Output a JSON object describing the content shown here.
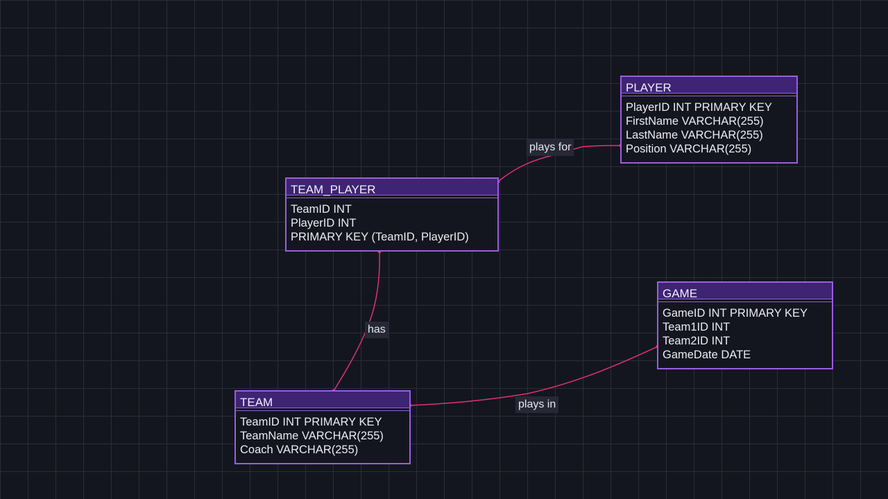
{
  "colors": {
    "background": "#14161f",
    "grid": "#2a2d38",
    "entity_border": "#9b5de5",
    "entity_header": "#3e2473",
    "edge": "#e0307a",
    "label_background": "#262935"
  },
  "entities": {
    "player": {
      "name": "PLAYER",
      "fields": [
        "PlayerID INT PRIMARY KEY",
        "FirstName VARCHAR(255)",
        "LastName VARCHAR(255)",
        "Position VARCHAR(255)"
      ]
    },
    "team_player": {
      "name": "TEAM_PLAYER",
      "fields": [
        "TeamID INT",
        "PlayerID INT",
        "PRIMARY KEY (TeamID, PlayerID)"
      ]
    },
    "game": {
      "name": "GAME",
      "fields": [
        "GameID INT PRIMARY KEY",
        "Team1ID INT",
        "Team2ID INT",
        "GameDate DATE"
      ]
    },
    "team": {
      "name": "TEAM",
      "fields": [
        "TeamID INT PRIMARY KEY",
        "TeamName VARCHAR(255)",
        "Coach VARCHAR(255)"
      ]
    }
  },
  "relationships": {
    "plays_for": "plays for",
    "has": "has",
    "plays_in": "plays in"
  }
}
